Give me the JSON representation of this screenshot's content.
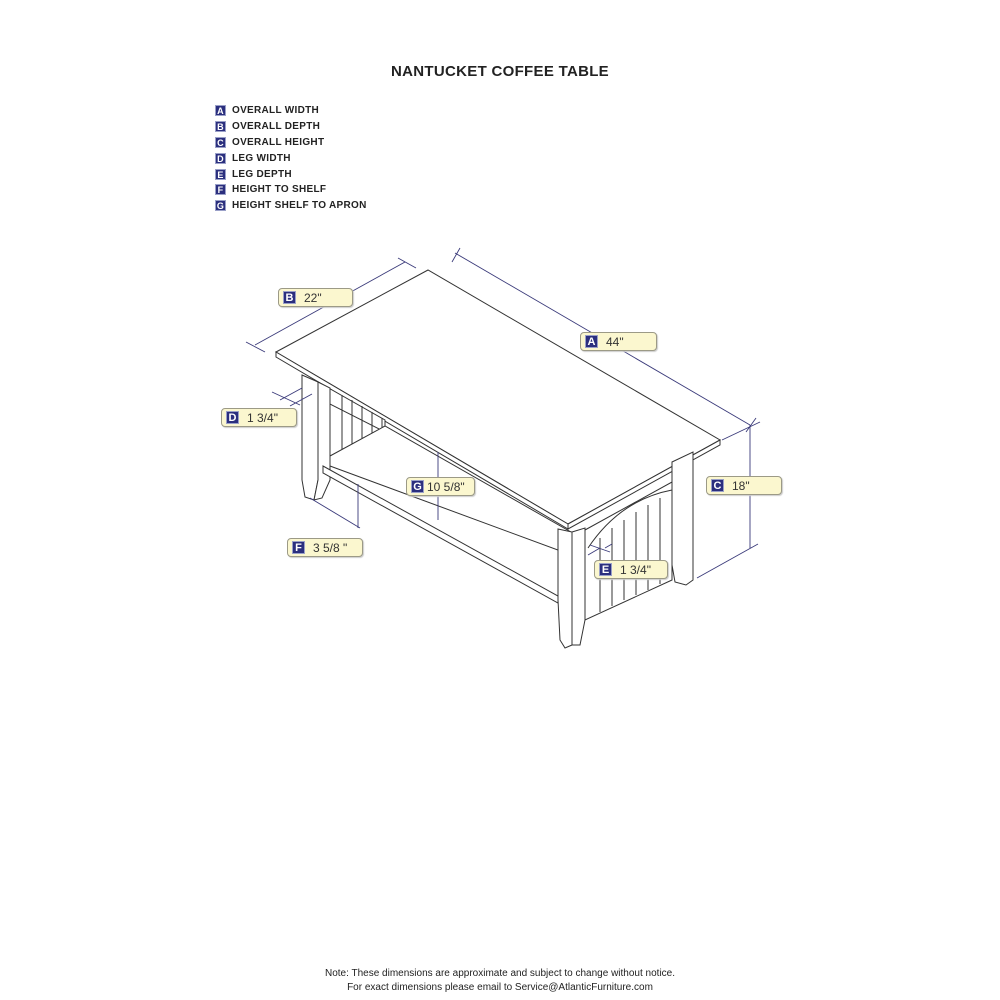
{
  "title": "NANTUCKET COFFEE TABLE",
  "legend": [
    {
      "key": "A",
      "label": "OVERALL WIDTH"
    },
    {
      "key": "B",
      "label": "OVERALL DEPTH"
    },
    {
      "key": "C",
      "label": "OVERALL HEIGHT"
    },
    {
      "key": "D",
      "label": "LEG WIDTH"
    },
    {
      "key": "E",
      "label": "LEG DEPTH"
    },
    {
      "key": "F",
      "label": "HEIGHT TO SHELF"
    },
    {
      "key": "G",
      "label": "HEIGHT SHELF TO APRON"
    }
  ],
  "dimensions": {
    "A": {
      "key": "A",
      "value": "44\""
    },
    "B": {
      "key": "B",
      "value": "22\""
    },
    "C": {
      "key": "C",
      "value": "18\""
    },
    "D": {
      "key": "D",
      "value": "1 3/4\""
    },
    "E": {
      "key": "E",
      "value": "1 3/4\""
    },
    "F": {
      "key": "F",
      "value": "3 5/8 \""
    },
    "G": {
      "key": "G",
      "value": "10 5/8\""
    }
  },
  "note": {
    "line1": "Note:  These dimensions are approximate and subject to change without notice.",
    "line2": "For exact dimensions please email to Service@AtlanticFurniture.com"
  },
  "colors": {
    "badge": "#2b2f7e",
    "tag_bg": "#fbf7cf",
    "dim_line": "#3a3a7a"
  }
}
